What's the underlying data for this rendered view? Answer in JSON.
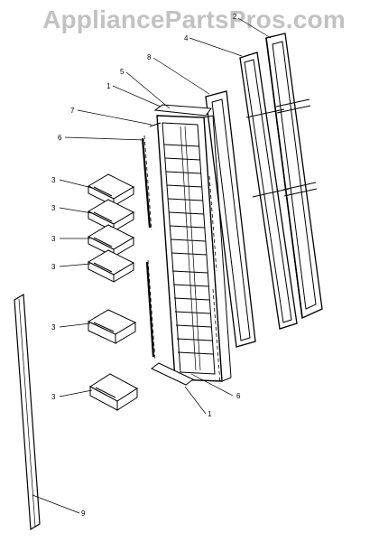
{
  "watermark": {
    "text": "AppliancePartsPros.com"
  },
  "callouts": [
    {
      "id": "c2",
      "text": "2"
    },
    {
      "id": "c4",
      "text": "4"
    },
    {
      "id": "c8",
      "text": "8"
    },
    {
      "id": "c5",
      "text": "5"
    },
    {
      "id": "c1a",
      "text": "1"
    },
    {
      "id": "c7",
      "text": "7"
    },
    {
      "id": "c6a",
      "text": "6"
    },
    {
      "id": "c3a",
      "text": "3"
    },
    {
      "id": "c3b",
      "text": "3"
    },
    {
      "id": "c3c",
      "text": "3"
    },
    {
      "id": "c3d",
      "text": "3"
    },
    {
      "id": "c3e",
      "text": "3"
    },
    {
      "id": "c3f",
      "text": "3"
    },
    {
      "id": "c6b",
      "text": "6"
    },
    {
      "id": "c1b",
      "text": "1"
    },
    {
      "id": "c9",
      "text": "9"
    }
  ],
  "colors": {
    "line": "#000000",
    "watermark": "#c2c2c2",
    "background": "#ffffff"
  }
}
